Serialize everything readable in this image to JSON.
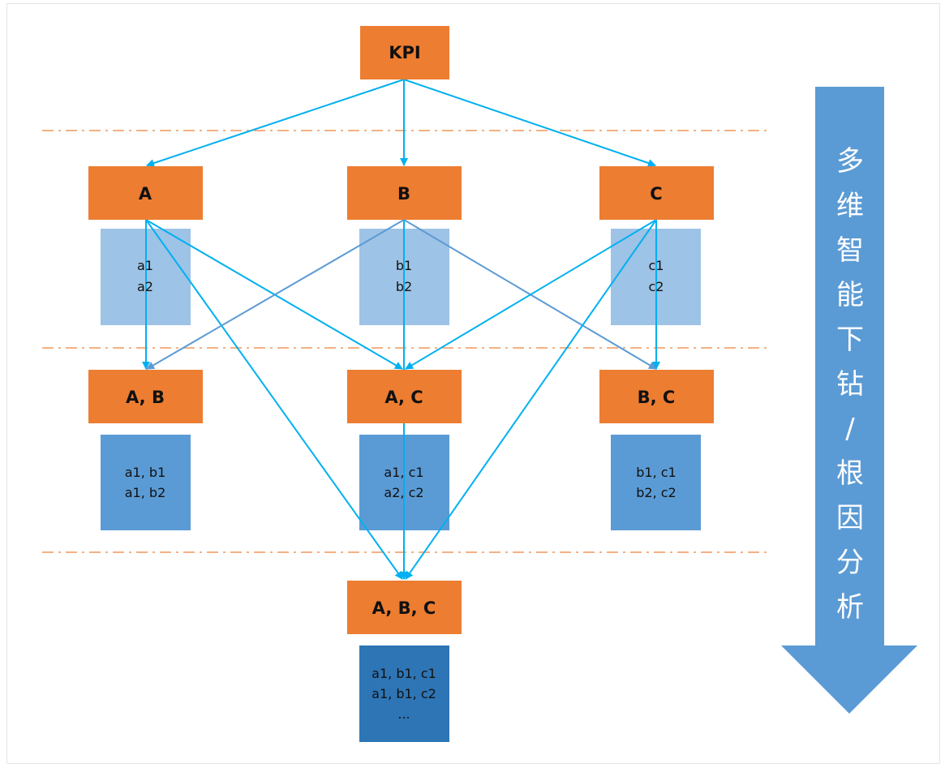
{
  "nodes": {
    "kpi": "KPI",
    "a": "A",
    "b": "B",
    "c": "C",
    "ab": "A, B",
    "ac": "A, C",
    "bc": "B, C",
    "abc": "A, B, C"
  },
  "values": {
    "a": [
      "a1",
      "a2"
    ],
    "b": [
      "b1",
      "b2"
    ],
    "c": [
      "c1",
      "c2"
    ],
    "ab": [
      "a1, b1",
      "a1, b2"
    ],
    "ac": [
      "a1, c1",
      "a2, c2"
    ],
    "bc": [
      "b1, c1",
      "b2, c2"
    ],
    "abc": [
      "a1, b1, c1",
      "a1, b1, c2",
      "..."
    ]
  },
  "side_arrow_text": [
    "多",
    "维",
    "智",
    "能",
    "下",
    "钻",
    "/",
    "根",
    "因",
    "分",
    "析"
  ],
  "colors": {
    "node_orange": "#ed7d31",
    "value_level1": "#9dc3e6",
    "value_level2": "#5b9bd5",
    "value_level3": "#2e75b6",
    "edge_cyan": "#00b0f0",
    "edge_blue": "#5b9bd5",
    "separator": "#f4b183",
    "side_arrow": "#5b9bd5"
  }
}
